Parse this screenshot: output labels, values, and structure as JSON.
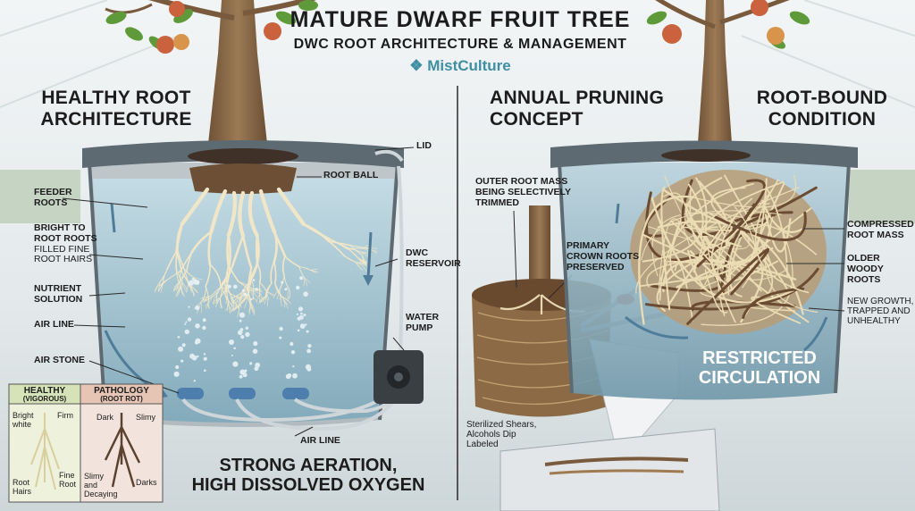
{
  "header": {
    "title": "MATURE DWARF FRUIT TREE",
    "subtitle": "DWC ROOT ARCHITECTURE & MANAGEMENT",
    "brand": "MistCulture",
    "brand_color": "#3f8fa3"
  },
  "left_panel": {
    "heading_line1": "HEALTHY ROOT",
    "heading_line2": "ARCHITECTURE",
    "labels": {
      "lid": "LID",
      "root_ball": "ROOT BALL",
      "feeder_1": "FEEDER",
      "feeder_2": "ROOTS",
      "bright_1": "BRIGHT TO",
      "bright_2": "ROOT ROOTS",
      "filled_1": "FILLED FINE",
      "filled_2": "ROOT HAIRS",
      "dwc_1": "DWC",
      "dwc_2": "RESERVOIR",
      "nutrient_1": "NUTRIENT",
      "nutrient_2": "SOLUTION",
      "air_line": "AIR LINE",
      "pump_1": "WATER",
      "pump_2": "PUMP",
      "air_stone": "AIR STONE",
      "air_line_bottom": "AIR LINE"
    },
    "caption_line1": "STRONG AERATION,",
    "caption_line2": "HIGH DISSOLVED OXYGEN"
  },
  "legend": {
    "healthy_title": "HEALTHY",
    "healthy_sub": "(VIGOROUS)",
    "pathology_title": "PATHOLOGY",
    "pathology_sub": "(ROOT ROT)",
    "bright_1": "Bright",
    "bright_2": "white",
    "firm": "Firm",
    "root_1": "Root",
    "root_2": "Hairs",
    "fine_1": "Fine",
    "fine_2": "Root",
    "dark": "Dark",
    "slimy": "Slimy",
    "decay_1": "Slimy",
    "decay_2": "and",
    "decay_3": "Decaying",
    "darks": "Darks"
  },
  "middle_panel": {
    "heading_line1": "ANNUAL PRUNING",
    "heading_line2": "CONCEPT",
    "outer_1": "OUTER ROOT MASS",
    "outer_2": "BEING SELECTIVELY",
    "outer_3": "TRIMMED",
    "primary_1": "PRIMARY",
    "primary_2": "CROWN ROOTS",
    "primary_3": "PRESERVED",
    "shears_1": "Sterilized Shears,",
    "shears_2": "Alcohols Dip",
    "shears_3": "Labeled"
  },
  "right_panel": {
    "heading_line1": "ROOT-BOUND",
    "heading_line2": "CONDITION",
    "compressed_1": "COMPRESSED",
    "compressed_2": "ROOT MASS",
    "older_1": "OLDER",
    "older_2": "WOODY",
    "older_3": "ROOTS",
    "new_1": "NEW GROWTH,",
    "new_2": "TRAPPED AND",
    "new_3": "UNHEALTHY",
    "restricted_1": "RESTRICTED",
    "restricted_2": "CIRCULATION"
  },
  "colors": {
    "water": "#a9ccd9",
    "root_light": "#f1e7c8",
    "root_dark": "#5b4331",
    "trunk": "#8a6a48",
    "leaf": "#5e9a3a",
    "apple": "#c9623d",
    "bucket": "#5d6a72",
    "pump": "#3a3f44"
  }
}
